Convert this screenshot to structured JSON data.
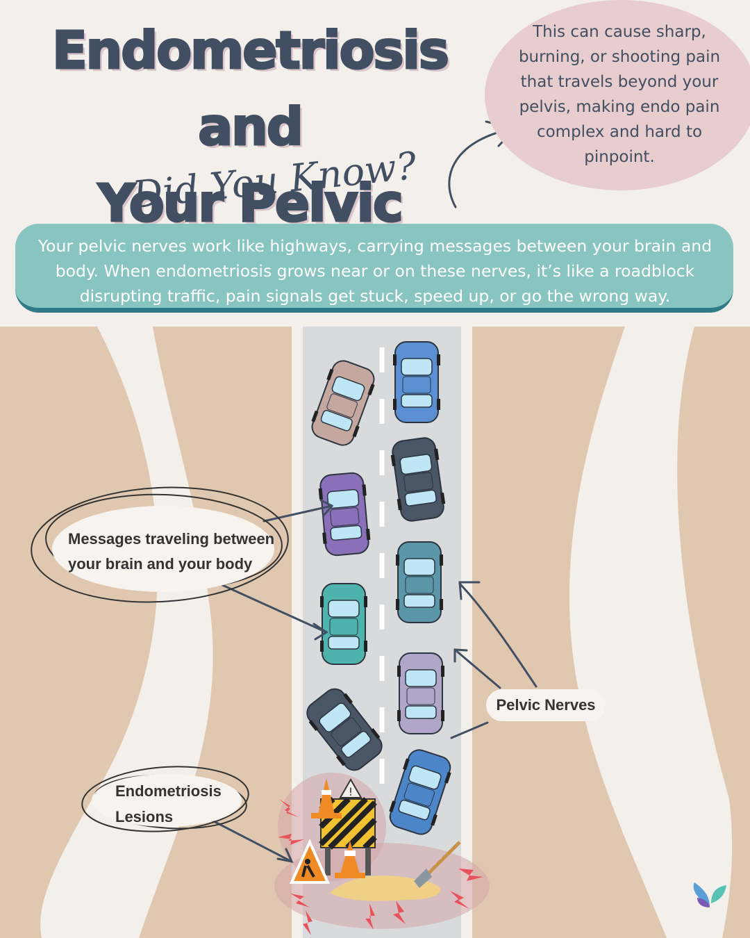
{
  "title": {
    "line1": "Endometriosis and",
    "line2": "Your Pelvic Nerves"
  },
  "did_you_know": "Did You Know?",
  "note": "This can cause sharp, burning, or shooting pain that travels beyond your pelvis, making endo pain complex and hard to pinpoint.",
  "banner": "Your pelvic nerves work like highways, carrying messages between your brain and body. When endometriosis grows near or on these nerves, it’s like a roadblock disrupting traffic, pain signals get stuck, speed up, or go the wrong way.",
  "labels": {
    "messages_line1": "Messages traveling between",
    "messages_line2": "your brain and your body",
    "pelvic_nerves": "Pelvic Nerves",
    "lesions_line1": "Endometriosis",
    "lesions_line2": "Lesions"
  },
  "colors": {
    "background": "#f3efea",
    "skin": "#e0c8b0",
    "road": "#d9dadb",
    "title": "#424f62",
    "banner": "#88c4c0",
    "banner_border": "#2f7a86",
    "note_bubble": "#e7cdcd"
  },
  "cars": [
    {
      "color": "#c4a8a0",
      "name": "car-brown"
    },
    {
      "color": "#5a8fd1",
      "name": "car-blue"
    },
    {
      "color": "#4a5566",
      "name": "car-dark"
    },
    {
      "color": "#8a70b8",
      "name": "car-purple-taxi"
    },
    {
      "color": "#5a96a8",
      "name": "car-teal-taxi"
    },
    {
      "color": "#4fb3ad",
      "name": "car-green"
    },
    {
      "color": "#b0a6c8",
      "name": "car-lavender"
    },
    {
      "color": "#4a5566",
      "name": "car-dark-taxi"
    },
    {
      "color": "#4c86c8",
      "name": "car-blue-2"
    }
  ]
}
